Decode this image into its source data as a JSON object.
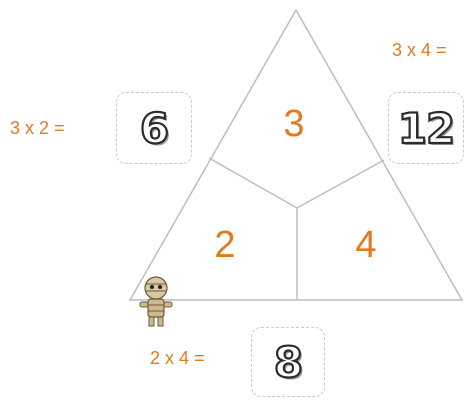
{
  "diagram": {
    "triangle_numbers": {
      "top": "3",
      "left": "2",
      "right": "4"
    },
    "equations": {
      "left": "3 x 2 =",
      "right": "3 x 4 =",
      "bottom": "2 x 4 ="
    },
    "answers": {
      "left": "6",
      "right": "12",
      "bottom": "8"
    },
    "colors": {
      "numbers": "#e07a1f",
      "lines": "#bdbdbd",
      "card_border": "#c9c9c9"
    },
    "icons": {
      "character": "mummy-icon"
    }
  }
}
